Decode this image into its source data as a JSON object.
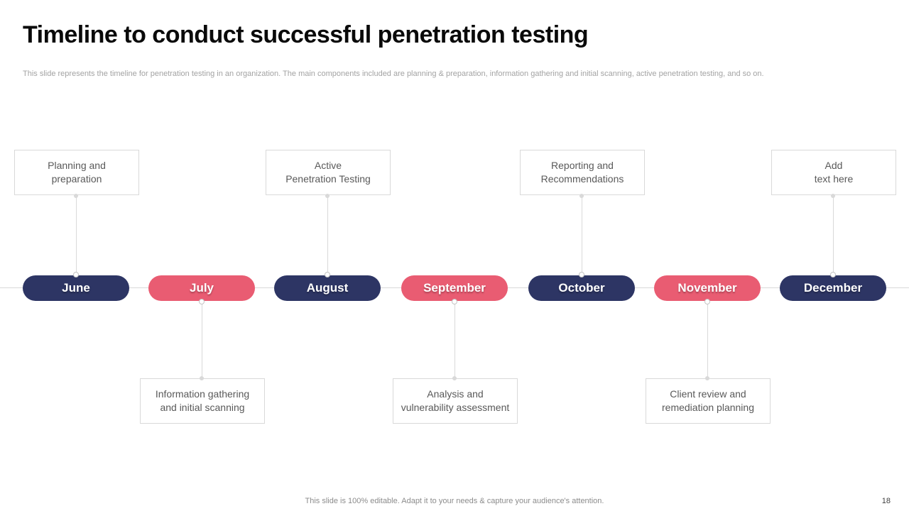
{
  "slide": {
    "title": "Timeline to conduct successful penetration testing",
    "subtitle": "This slide represents the timeline for penetration testing in an organization. The main components included are planning & preparation, information gathering and initial scanning, active penetration testing, and so on.",
    "footer_note": "This slide is 100% editable. Adapt it to your needs & capture your audience's attention.",
    "page_number": "18"
  },
  "colors": {
    "navy": "#2d3564",
    "pink": "#e95c72",
    "box_border": "#d9d9d9",
    "box_text": "#595959",
    "axis_line": "#d9d9d9",
    "muted_text": "#a3a3a3"
  },
  "timeline": {
    "months": [
      {
        "label": "June",
        "color": "navy"
      },
      {
        "label": "July",
        "color": "pink"
      },
      {
        "label": "August",
        "color": "navy"
      },
      {
        "label": "September",
        "color": "pink"
      },
      {
        "label": "October",
        "color": "navy"
      },
      {
        "label": "November",
        "color": "pink"
      },
      {
        "label": "December",
        "color": "navy"
      }
    ],
    "events_above": [
      {
        "month": "June",
        "label": "Planning and\npreparation"
      },
      {
        "month": "August",
        "label": "Active\nPenetration Testing"
      },
      {
        "month": "October",
        "label": "Reporting and\nRecommendations"
      },
      {
        "month": "December",
        "label": "Add\ntext here"
      }
    ],
    "events_below": [
      {
        "month": "July",
        "label": "Information gathering\nand initial scanning"
      },
      {
        "month": "September",
        "label": "Analysis and\nvulnerability assessment"
      },
      {
        "month": "November",
        "label": "Client review and\nremediation planning"
      }
    ]
  }
}
